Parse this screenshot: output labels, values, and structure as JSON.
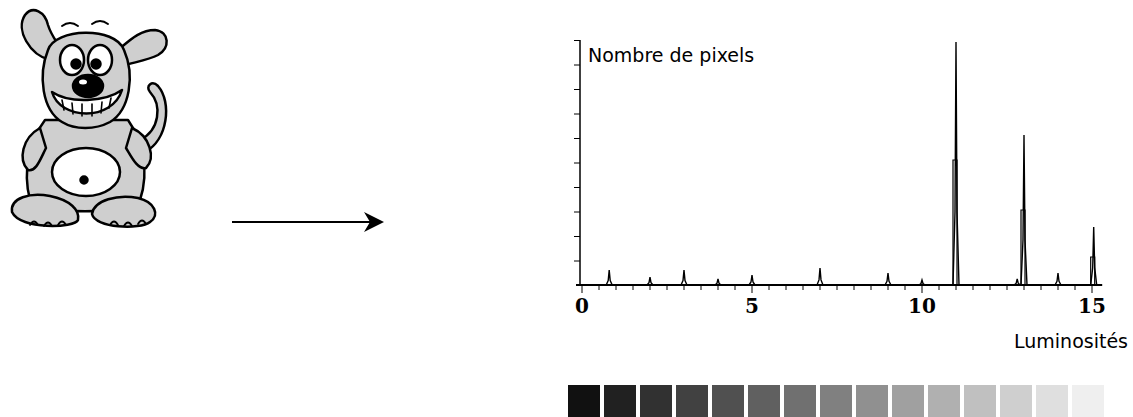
{
  "diagram": {
    "labels": [
      "Nombre de pixels",
      "0",
      "5",
      "10",
      "15",
      "Luminosités"
    ]
  }
}
